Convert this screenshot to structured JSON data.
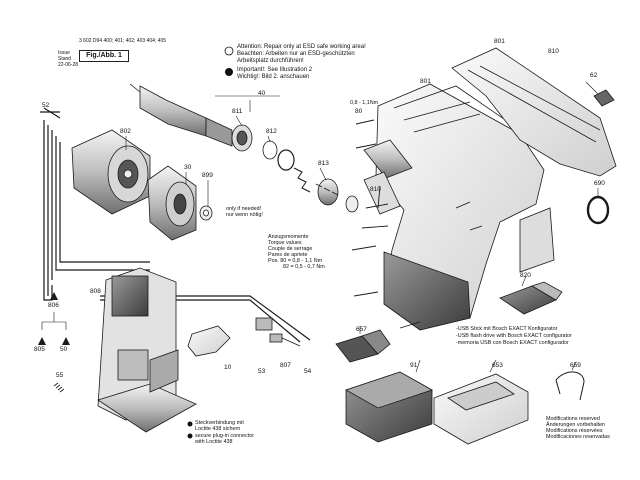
{
  "header": {
    "part_numbers": "3 602 D94 400; 401; 402; 403 404; 405",
    "issue_label": "Issue",
    "stand_label": "Stand",
    "date": "22-06-28",
    "figure_label": "Fig./Abb. 1"
  },
  "warnings": {
    "attention_en": "Attention: Repair only at ESD safe working area!",
    "attention_de_1": "Beachten: Arbeiten nur an ESD-geschützten",
    "attention_de_2": "Arbeitsplatz durchführen!",
    "important_en": "Important!: See Illustration 2",
    "important_de": "Wichtig!: Bild 2. anschauen"
  },
  "notes": {
    "only_if_needed_en": "only if needed!",
    "only_if_needed_de": "nur wenn nötig!",
    "torque_de": "Anzugsmomente",
    "torque_en": "Torque values",
    "torque_fr": "Couple de serrage",
    "torque_ro": "Pares de apriete",
    "torque_pos80": "Pos. 80 = 0,8 - 1,1 Nm",
    "torque_pos82": "82 = 0,5 - 0,7 Nm",
    "screw_torque": "0,8 - 1,1Nm",
    "usb_de": "-USB Stick mit Bosch EXACT Konfigurator",
    "usb_en": "-USB flash drive with Bosch EXACT configurator",
    "usb_es": "-memoria USB con Bosch EXACT configurador",
    "plug_de_1": "Steckverbindung mit",
    "plug_de_2": "Loctite 438 sichern",
    "plug_en_1": "secure plug-in connector",
    "plug_en_2": "with Loctite 438",
    "mod_en": "Modifications reserved",
    "mod_de": "Änderungen vorbehalten",
    "mod_fr": "Modifications réservées",
    "mod_es": "Modificaciones reservadas"
  },
  "part_labels": {
    "p801_top": "801",
    "p810_top": "810",
    "p62": "62",
    "p801_mid": "801",
    "p80": "80",
    "p810_mid": "810",
    "p690": "690",
    "p52": "52",
    "p40": "40",
    "p811": "811",
    "p812": "812",
    "p802": "802",
    "p30": "30",
    "p813": "813",
    "p899": "899",
    "p806": "806",
    "p808": "808",
    "p805": "805",
    "p50": "50",
    "p55": "55",
    "p10": "10",
    "p53": "53",
    "p807": "807",
    "p54": "54",
    "p820": "820",
    "p657": "657",
    "p91": "91",
    "p653": "653",
    "p659": "659"
  },
  "colors": {
    "line": "#1a1a1a",
    "part_fill": "#e8e8e8",
    "part_dark": "#7a7a7a",
    "warning_dot": "#111111"
  }
}
